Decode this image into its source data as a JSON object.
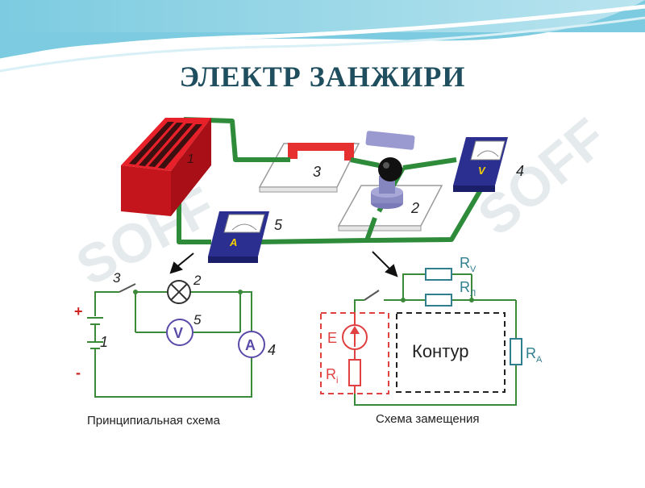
{
  "slide": {
    "title": "ЭЛЕКТР ЗАНЖИРИ"
  },
  "watermark": {
    "text": "SOFF"
  },
  "pictorial": {
    "labels": {
      "battery": "1",
      "lamp": "2",
      "switch": "3",
      "voltmeter": "4",
      "ammeter": "5"
    },
    "voltmeter_letter": "V",
    "ammeter_letter": "A"
  },
  "principal_schematic": {
    "caption": "Принципиальная схема",
    "labels": {
      "battery": "1",
      "lamp": "2",
      "switch": "3",
      "voltmeter": "5",
      "ammeter": "4"
    },
    "plus": "+",
    "minus": "-",
    "voltmeter_letter": "V",
    "ammeter_letter": "A"
  },
  "equivalent_schematic": {
    "caption": "Схема замещения",
    "contour": "Контур",
    "r_v": "R",
    "r_v_sub": "V",
    "r_l": "R",
    "r_l_sub": "Л",
    "r_a": "R",
    "r_a_sub": "A",
    "e": "E",
    "r_i": "R",
    "r_i_sub": "i"
  },
  "colors": {
    "title": "#1f4e5f",
    "wire_green": "#2e8b3a",
    "battery_red": "#e8202a",
    "meter_navy": "#2b2f8f",
    "schematic_green": "#3a8a3a",
    "source_red": "#e04040",
    "resistor_teal": "#2f7f8f",
    "meter_purple": "#5a4aa8"
  }
}
